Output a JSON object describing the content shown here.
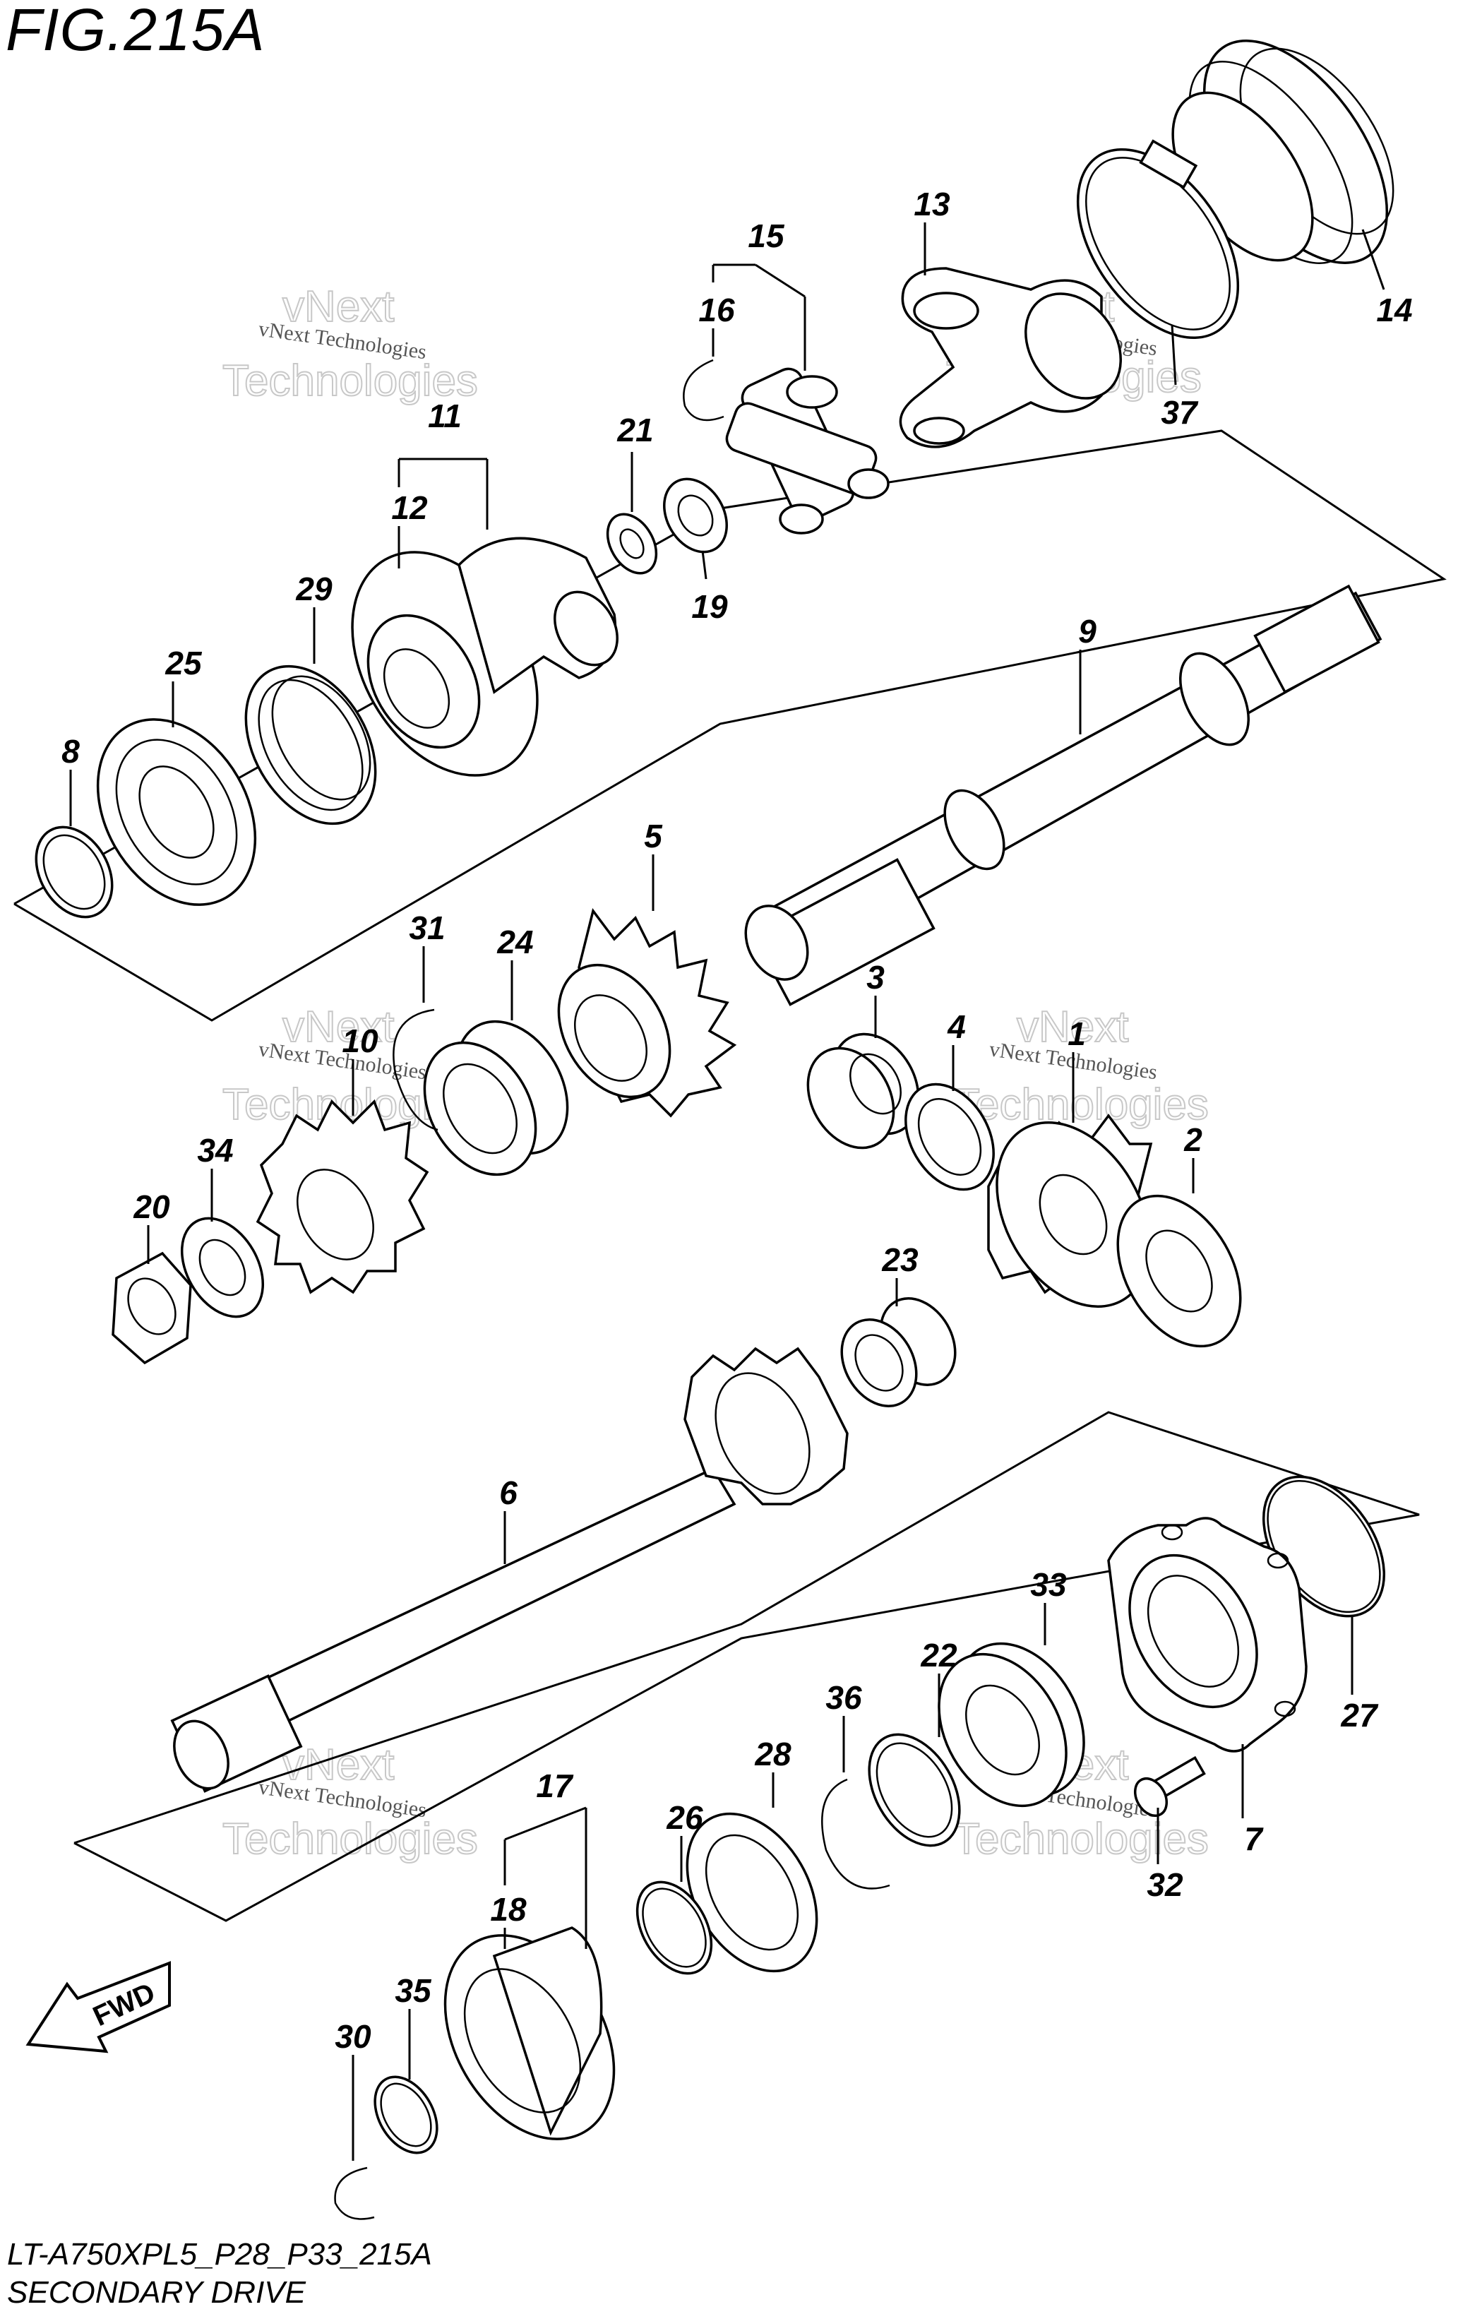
{
  "figure": {
    "title": "FIG.215A"
  },
  "footer": {
    "model_code": "LT-A750XPL5_P28_P33_215A",
    "section_name": "SECONDARY DRIVE"
  },
  "watermark": {
    "company": "vNext Technologies",
    "line1": "vNext",
    "line2": "Technologies"
  },
  "fwd_label": "FWD",
  "callouts": [
    "1",
    "2",
    "3",
    "4",
    "5",
    "6",
    "7",
    "8",
    "9",
    "10",
    "11",
    "12",
    "13",
    "14",
    "15",
    "16",
    "17",
    "18",
    "19",
    "20",
    "21",
    "22",
    "23",
    "24",
    "25",
    "26",
    "27",
    "28",
    "29",
    "30",
    "31",
    "32",
    "33",
    "34",
    "35",
    "36",
    "37"
  ]
}
